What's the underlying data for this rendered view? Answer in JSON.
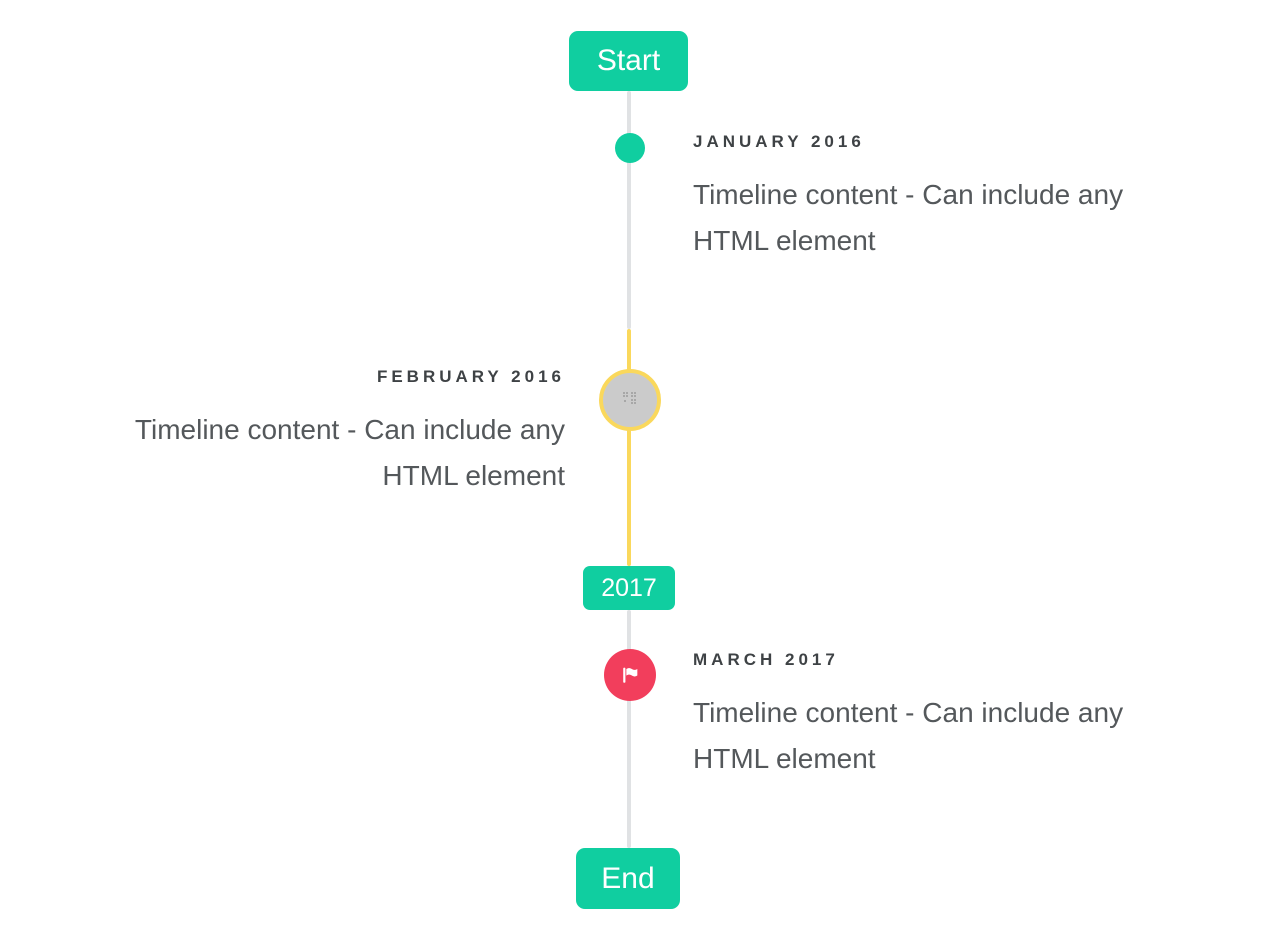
{
  "timeline": {
    "start_badge": "Start",
    "year_badge": "2017",
    "end_badge": "End",
    "items": [
      {
        "title": "JANUARY 2016",
        "content": "Timeline content - Can include any HTML element",
        "side": "right",
        "marker": "teal-dot"
      },
      {
        "title": "FEBRUARY 2016",
        "content": "Timeline content - Can include any HTML element",
        "side": "left",
        "marker": "gray-circle-with-broken-image-icon"
      },
      {
        "title": "MARCH 2017",
        "content": "Timeline content - Can include any HTML element",
        "side": "right",
        "marker": "red-circle-with-flag-icon"
      }
    ],
    "colors": {
      "accent_teal": "#10cea0",
      "accent_yellow": "#fad85c",
      "accent_red": "#f23e5c",
      "line_gray": "#e0e2e4",
      "marker_gray": "#cbcbcb",
      "title_text": "#3e4245",
      "content_text": "#54585b"
    }
  }
}
